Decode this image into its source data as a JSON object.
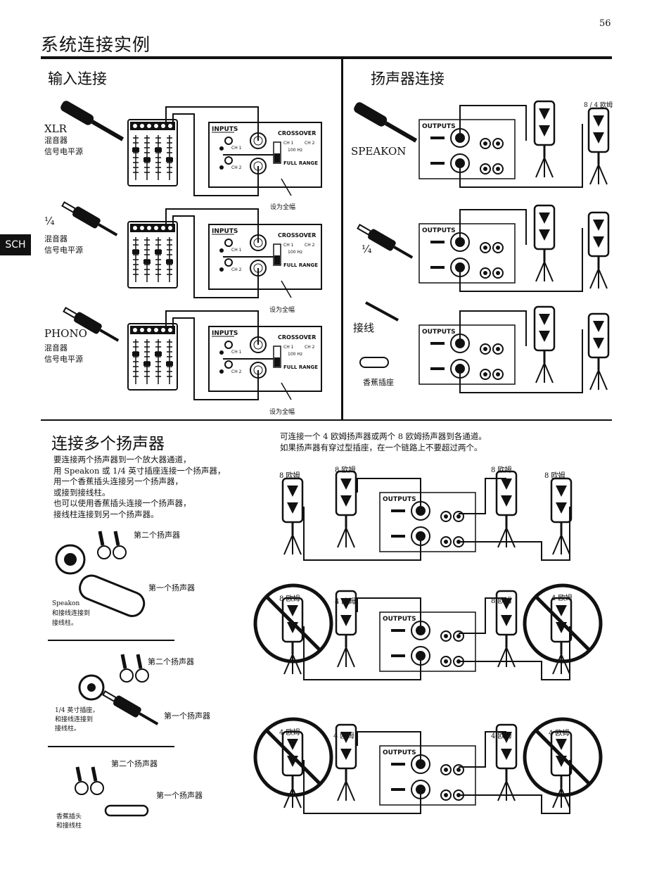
{
  "page_number": "56",
  "page_title": "系统连接实例",
  "lang_tab": "SCH",
  "input": {
    "title": "输入连接",
    "xlr": {
      "label": "XLR",
      "desc1": "混音器",
      "desc2": "信号电平源",
      "note": "设为全幅"
    },
    "quarter": {
      "label": "¼",
      "desc1": "混音器",
      "desc2": "信号电平源",
      "note": "设为全幅"
    },
    "phono": {
      "label": "PHONO",
      "desc1": "混音器",
      "desc2": "信号电平源",
      "note": "设为全幅"
    },
    "panel": {
      "inputs": "INPUTS",
      "crossover": "CROSSOVER",
      "ch1": "CH 1",
      "ch2": "CH 2",
      "hz": "100 Hz",
      "full_range": "FULL RANGE"
    }
  },
  "speaker": {
    "title": "扬声器连接",
    "speakon": "SPEAKON",
    "quarter": "¼",
    "wire": "接线",
    "banana": "香蕉插座",
    "ohm_note": "8 / 4 欧姆",
    "outputs": "OUTPUTS"
  },
  "multi": {
    "title": "连接多个扬声器",
    "body": [
      "要连接两个扬声器到一个放大器通道，",
      "用 Speakon 或 1/4 英寸插座连接一个扬声器，",
      "用一个香蕉插头连接另一个扬声器，",
      "或接到接线柱。",
      "也可以使用香蕉插头连接一个扬声器，",
      "接线柱连接到另一个扬声器。"
    ],
    "note": [
      "可连接一个 4 欧姆扬声器或两个 8 欧姆扬声器到各通道。",
      "如果扬声器有穿过型插座，在一个链路上不要超过两个。"
    ],
    "second_speaker": "第二个扬声器",
    "first_speaker": "第一个扬声器",
    "cap1": [
      "Speakon",
      "和接线连接到",
      "接线柱。"
    ],
    "cap2": [
      "1/4 英寸插座，",
      "和接线连接到",
      "接线柱。"
    ],
    "cap3": [
      "香蕉插头",
      "和接线柱"
    ],
    "row1": [
      "8 欧姆",
      "8 欧姆",
      "8 欧姆",
      "8 欧姆"
    ],
    "row2": [
      "8 欧姆",
      "4 欧姆",
      "8 欧姆",
      "4 欧姆"
    ],
    "row3": [
      "4 欧姆",
      "4 欧姆",
      "4 欧姆",
      "4 欧姆"
    ]
  }
}
